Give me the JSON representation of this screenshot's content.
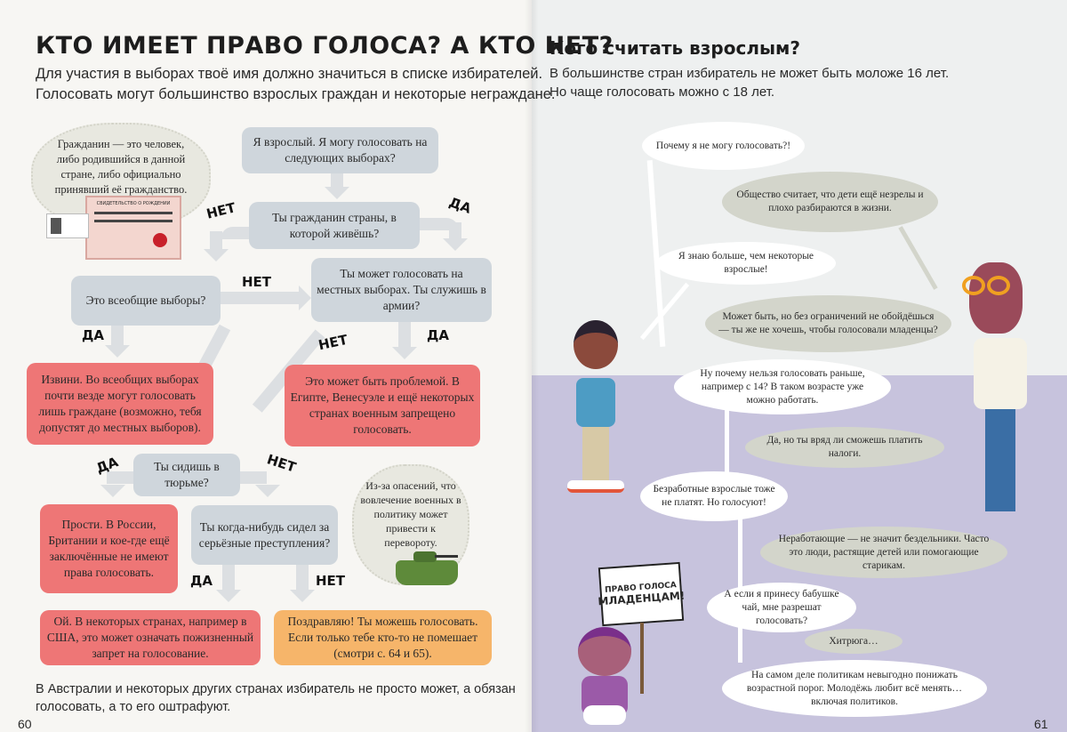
{
  "left_page": {
    "title": "КТО ИМЕЕТ ПРАВО ГОЛОСА? А КТО НЕТ?",
    "intro": [
      "Для участия в выборах твоё имя должно значиться в списке избирателей.",
      "Голосовать могут большинство взрослых граждан и некоторые неграждане."
    ],
    "citizen_note": "Гражданин — это человек, либо родившийся в данной стране, либо официально принявший её гражданство.",
    "certificate_label": "СВИДЕТЕЛЬСТВО О РОЖДЕНИИ",
    "q_adult": "Я взрослый. Я могу голосовать на следующих выборах?",
    "q_citizen": "Ты гражданин страны, в которой живёшь?",
    "q_general": "Это всеобщие выборы?",
    "q_local": "Ты может голосовать на местных выборах. Ты служишь в армии?",
    "a_sorry": "Извини. Во всеобщих выборах почти везде могут голосовать лишь граждане (возможно, тебя допустят до местных выборов).",
    "a_problem": "Это может быть проблемой. В Египте, Венесуэле и ещё некоторых странах военным запрещено голосовать.",
    "q_prison": "Ты сидишь в тюрьме?",
    "a_prison": "Прости. В России, Британии и кое-где ещё заключённые не имеют права голосовать.",
    "q_crimes": "Ты когда-нибудь сидел за серьёзные преступления?",
    "military_note": "Из-за опасений, что вовлечение военных в политику может привести к перевороту.",
    "a_lifetime": "Ой. В некоторых странах, например в США, это может означать пожизненный запрет на голосование.",
    "a_congrats": "Поздравляю! Ты можешь голосовать. Если только тебе кто-то не помешает (смотри с. 64 и 65).",
    "yes": "ДА",
    "no": "НЕТ",
    "footer": [
      "В Австралии и некоторых других странах избиратель не просто может, а обязан",
      "голосовать, а то его оштрафуют."
    ],
    "page_number": "60"
  },
  "right_page": {
    "title": "Кого считать взрослым?",
    "intro": [
      "В большинстве стран избиратель не может быть моложе 16 лет.",
      "Но чаще голосовать можно с 18 лет."
    ],
    "bubbles": [
      "Почему я не могу голосовать?!",
      "Общество считает, что дети ещё незрелы и плохо разбираются в жизни.",
      "Я знаю больше, чем некоторые взрослые!",
      "Может быть, но без ограничений не обойдёшься — ты же не хочешь, чтобы голосовали младенцы?",
      "Ну почему нельзя голосовать раньше, например с 14? В таком возрасте уже можно работать.",
      "Да, но ты вряд ли сможешь платить налоги.",
      "Безработные взрослые тоже не платят. Но голосуют!",
      "Неработающие — не значит бездельники. Часто это люди, растящие детей или помогающие старикам.",
      "А если я принесу бабушке чай, мне разрешат голосовать?",
      "Хитрюга…",
      "На самом деле политикам невыгодно понижать возрастной порог. Молодёжь любит всё менять… включая политиков."
    ],
    "sign": [
      "ПРАВО ГОЛОСА",
      "МЛАДЕНЦАМ!"
    ],
    "page_number": "61"
  },
  "colors": {
    "gray_box": "#cfd6dc",
    "red_box": "#ee7676",
    "orange_box": "#f6b56a",
    "purple_bg": "#c7c3dd"
  }
}
